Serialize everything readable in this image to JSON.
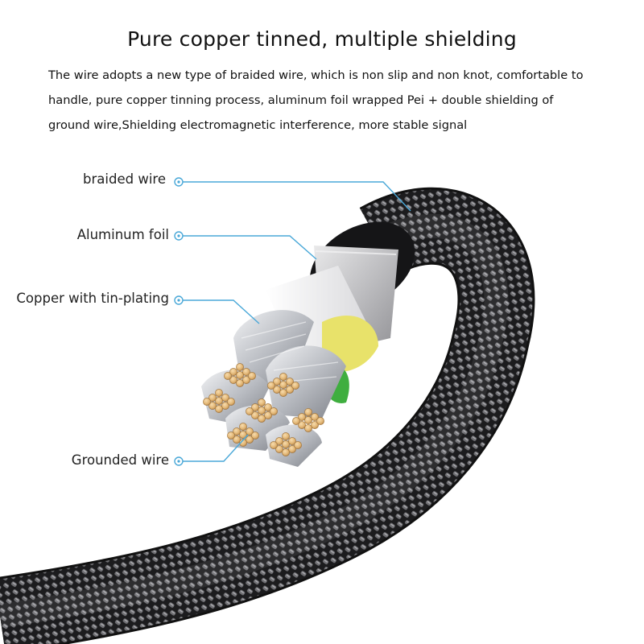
{
  "header": {
    "title": "Pure copper tinned, multiple shielding",
    "description_lines": [
      "The wire adopts a new type of braided wire, which is non slip and non knot, comfortable to",
      "handle, pure copper tinning process, aluminum foil wrapped Pei + double shielding of",
      "ground wire,Shielding electromagnetic interference, more stable signal"
    ]
  },
  "callouts": {
    "braided_wire": "braided wire",
    "aluminum_foil": "Aluminum foil",
    "copper_tin": "Copper with tin-plating",
    "grounded_wire": "Grounded wire"
  },
  "colors": {
    "callout_line": "#4aa8d8",
    "braid_dark": "#1c1c1e",
    "braid_light": "#8a8a8e",
    "foil": "#cfcfd1",
    "inner_yellow": "#e8e26a",
    "inner_green": "#3fae3f",
    "copper": "#e3b878",
    "strand_silver": "#b9bcc2"
  }
}
